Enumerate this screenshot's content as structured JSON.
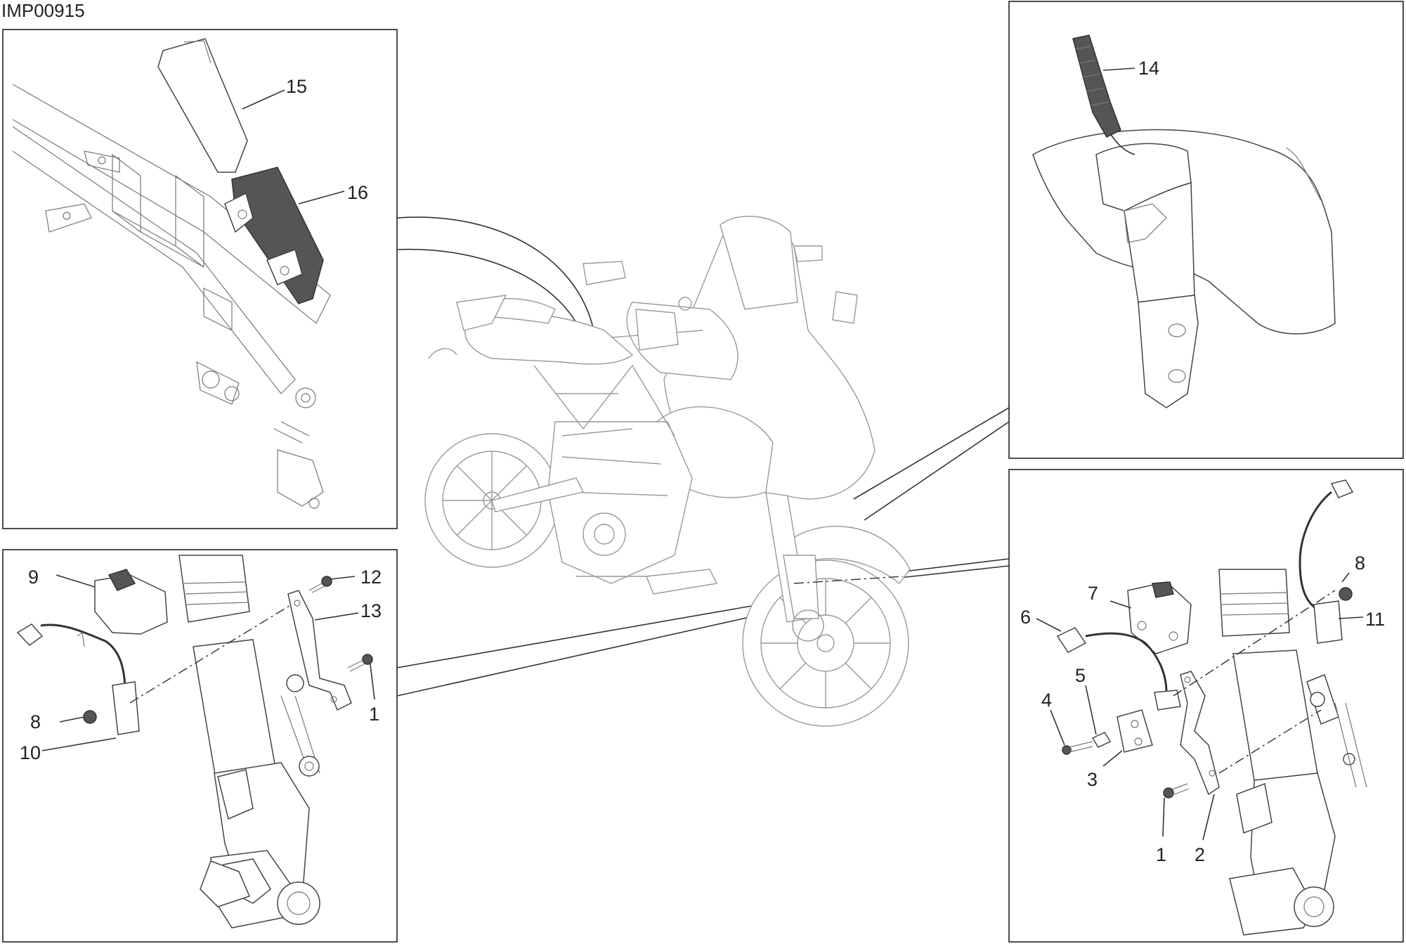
{
  "diagram_code": "IMP00915",
  "callouts": {
    "p1": "1",
    "p2": "2",
    "p3": "3",
    "p4": "4",
    "p5": "5",
    "p6": "6",
    "p7": "7",
    "p8": "8",
    "p9": "9",
    "p10": "10",
    "p11": "11",
    "p12": "12",
    "p13": "13",
    "p14": "14",
    "p15": "15",
    "p16": "16"
  },
  "colors": {
    "line": "#333333",
    "bike_outline": "#999999",
    "part_dark": "#555555"
  }
}
